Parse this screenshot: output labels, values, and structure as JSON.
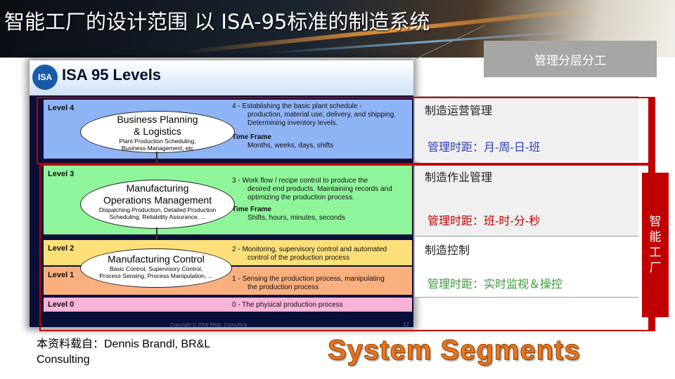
{
  "slide": {
    "title": "智能工厂的设计范围 以 ISA-95标准的制造系统",
    "management_label": "管理分层分工",
    "source_line1": "本资料载自：Dennis Brandl, BR&L",
    "source_line2": "Consulting",
    "system_segments": "System Segments",
    "smart_factory_label": "智能工厂"
  },
  "isa_figure": {
    "logo": "ISA",
    "heading": "ISA 95 Levels",
    "copyright": "Copyright © 2008 BR&L Consulting",
    "page": "17",
    "time_frame_label": "Time Frame",
    "levels": [
      {
        "label": "Level 4",
        "ellipse_title_1": "Business Planning",
        "ellipse_title_2": "& Logistics",
        "ellipse_sub_1": "Plant Production Scheduling,",
        "ellipse_sub_2": "Business Management, etc",
        "desc_1": "4 -  Establishing the basic plant schedule -",
        "desc_2": "production, material use, delivery, and shipping.",
        "desc_3": "Determining inventory levels.",
        "time_frame": "Months, weeks, days, shifts",
        "color": "#8fb4f5"
      },
      {
        "label": "Level 3",
        "ellipse_title_1": "Manufacturing",
        "ellipse_title_2": "Operations Management",
        "ellipse_sub_1": "Dispatching Production, Detailed Production",
        "ellipse_sub_2": "Scheduling, Reliability Assurance, ...",
        "desc_1": "3 -  Work flow / recipe control to produce the",
        "desc_2": "desired end products. Maintaining records and",
        "desc_3": "optimizing the production process.",
        "time_frame": "Shifts, hours, minutes, seconds",
        "color": "#8ff59a"
      },
      {
        "label": "Level 2",
        "desc_1": "2 -  Monitoring, supervisory control and automated",
        "desc_2": "control of the production process",
        "color": "#fde07a"
      },
      {
        "label": "Level 1",
        "desc_1": "1 -  Sensing the production process, manipulating",
        "desc_2": "the production process",
        "color": "#f9b07e"
      },
      {
        "label": "Level 0",
        "desc_1": "0 -  The physical production process",
        "color": "#f9b3d8"
      }
    ],
    "control_ellipse": {
      "title": "Manufacturing Control",
      "sub_1": "Basic Control, Supervisory Control,",
      "sub_2": "Process Sensing, Process Manipulation, ..."
    }
  },
  "management": [
    {
      "heading": "制造运营管理",
      "time_text": "管理时距：月-周-日-班",
      "time_color": "#2b3fb5"
    },
    {
      "heading": "制造作业管理",
      "time_text": "管理时距：班-时-分-秒",
      "time_color": "#c00000"
    },
    {
      "heading": "制造控制",
      "time_text": "管理时距：实时监视＆操控",
      "time_color": "#3a9a3a"
    }
  ]
}
